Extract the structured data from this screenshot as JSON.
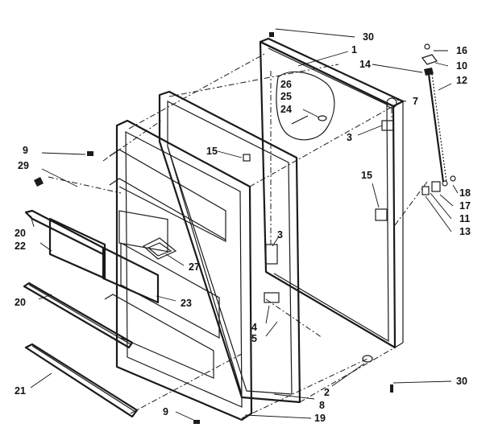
{
  "callouts": [
    {
      "id": "c30a",
      "text": "30"
    },
    {
      "id": "c1",
      "text": "1"
    },
    {
      "id": "c16",
      "text": "16"
    },
    {
      "id": "c10",
      "text": "10"
    },
    {
      "id": "c14",
      "text": "14"
    },
    {
      "id": "c12",
      "text": "12"
    },
    {
      "id": "c7",
      "text": "7"
    },
    {
      "id": "c26",
      "text": "26"
    },
    {
      "id": "c25",
      "text": "25"
    },
    {
      "id": "c24",
      "text": "24"
    },
    {
      "id": "c15a",
      "text": "15"
    },
    {
      "id": "c3a",
      "text": "3"
    },
    {
      "id": "c15b",
      "text": "15"
    },
    {
      "id": "c9a",
      "text": "9"
    },
    {
      "id": "c29",
      "text": "29"
    },
    {
      "id": "c18",
      "text": "18"
    },
    {
      "id": "c17",
      "text": "17"
    },
    {
      "id": "c11",
      "text": "11"
    },
    {
      "id": "c13",
      "text": "13"
    },
    {
      "id": "c20a",
      "text": "20"
    },
    {
      "id": "c22",
      "text": "22"
    },
    {
      "id": "c3b",
      "text": "3"
    },
    {
      "id": "c27",
      "text": "27"
    },
    {
      "id": "c23",
      "text": "23"
    },
    {
      "id": "c20b",
      "text": "20"
    },
    {
      "id": "c4",
      "text": "4"
    },
    {
      "id": "c5",
      "text": "5"
    },
    {
      "id": "c21",
      "text": "21"
    },
    {
      "id": "c2",
      "text": "2"
    },
    {
      "id": "c8",
      "text": "8"
    },
    {
      "id": "c30b",
      "text": "30"
    },
    {
      "id": "c9b",
      "text": "9"
    },
    {
      "id": "c19",
      "text": "19"
    }
  ]
}
